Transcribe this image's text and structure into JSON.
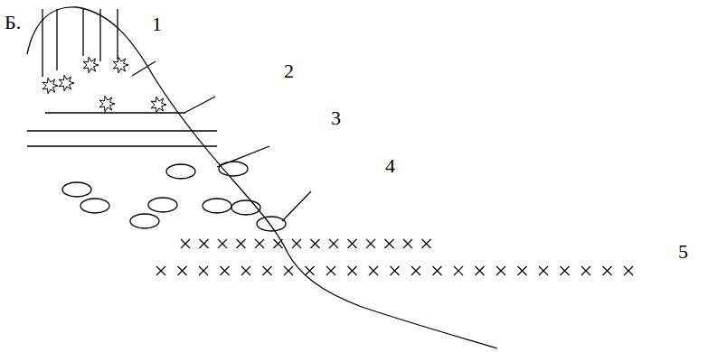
{
  "diagram": {
    "labels": [
      "Б.",
      "1",
      "2",
      "3",
      "4",
      "5"
    ]
  }
}
